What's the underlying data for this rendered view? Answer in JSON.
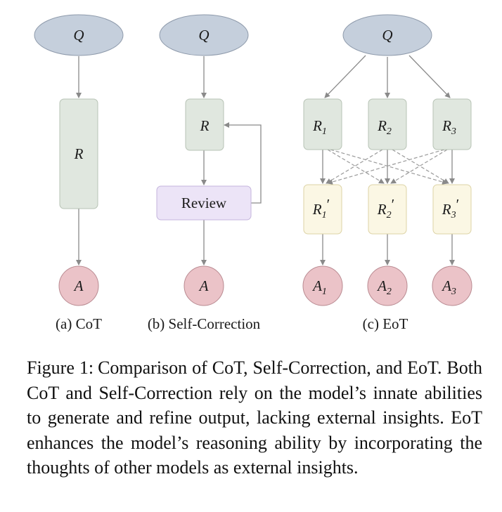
{
  "colors": {
    "query_fill": "#c5cfdc",
    "query_stroke": "#8e9aab",
    "response_fill": "#e0e7df",
    "response_stroke": "#b7c3b5",
    "review_fill": "#ece4f7",
    "review_stroke": "#c4b5dd",
    "refined_fill": "#fbf7e4",
    "refined_stroke": "#ddd3a6",
    "answer_fill": "#ebc3c8",
    "answer_stroke": "#b98a91",
    "arrow": "#8a8a8a"
  },
  "panels": {
    "cot": {
      "caption": "(a) CoT",
      "query": "Q",
      "response": "R",
      "answer": "A"
    },
    "self_correction": {
      "caption": "(b) Self-Correction",
      "query": "Q",
      "response": "R",
      "review": "Review",
      "answer": "A"
    },
    "eot": {
      "caption": "(c) EoT",
      "query": "Q",
      "responses": [
        {
          "base": "R",
          "sub": "1"
        },
        {
          "base": "R",
          "sub": "2"
        },
        {
          "base": "R",
          "sub": "3"
        }
      ],
      "refined": [
        {
          "base": "R",
          "sub": "1",
          "prime": "′"
        },
        {
          "base": "R",
          "sub": "2",
          "prime": "′"
        },
        {
          "base": "R",
          "sub": "3",
          "prime": "′"
        }
      ],
      "answers": [
        {
          "base": "A",
          "sub": "1"
        },
        {
          "base": "A",
          "sub": "2"
        },
        {
          "base": "A",
          "sub": "3"
        }
      ]
    }
  },
  "figure_caption": {
    "label": "Figure 1:",
    "text": "Comparison of CoT, Self-Correction, and EoT. Both CoT and Self-Correction rely on the model’s innate abilities to generate and refine output, lacking external insights. EoT enhances the model’s reasoning ability by incorporating the thoughts of other models as external insights."
  }
}
